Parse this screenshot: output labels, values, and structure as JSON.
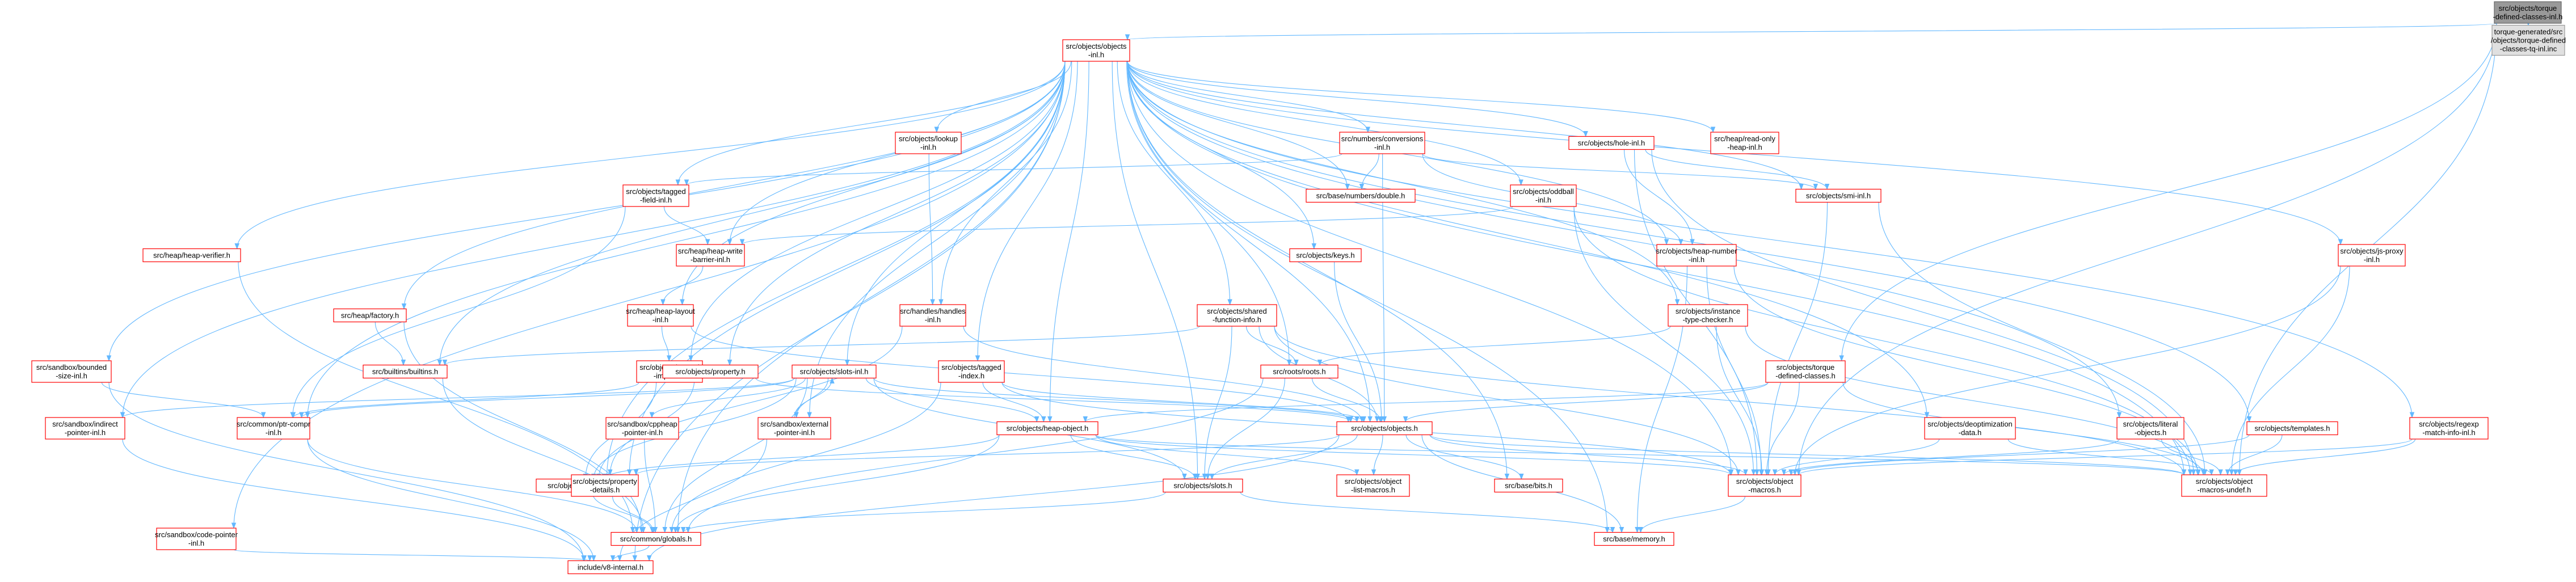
{
  "graph": {
    "nodes": [
      {
        "id": "root",
        "lines": [
          "src/objects/torque",
          "-defined-classes-inl.h"
        ],
        "kind": "root"
      },
      {
        "id": "tdc_gen",
        "lines": [
          "torque-generated/src",
          "/objects/torque-defined",
          "-classes-tq-inl.inc"
        ],
        "kind": "gen"
      },
      {
        "id": "objects_inl",
        "lines": [
          "src/objects/objects",
          "-inl.h"
        ],
        "kind": "include"
      },
      {
        "id": "lookup_inl",
        "lines": [
          "src/objects/lookup",
          "-inl.h"
        ],
        "kind": "include"
      },
      {
        "id": "conversions_inl",
        "lines": [
          "src/numbers/conversions",
          "-inl.h"
        ],
        "kind": "include"
      },
      {
        "id": "hole_inl",
        "lines": [
          "src/objects/hole-inl.h"
        ],
        "kind": "include"
      },
      {
        "id": "readonly_heap_inl",
        "lines": [
          "src/heap/read-only",
          "-heap-inl.h"
        ],
        "kind": "include"
      },
      {
        "id": "tagged_field_inl",
        "lines": [
          "src/objects/tagged",
          "-field-inl.h"
        ],
        "kind": "include"
      },
      {
        "id": "double_h",
        "lines": [
          "src/base/numbers/double.h"
        ],
        "kind": "include"
      },
      {
        "id": "oddball_inl",
        "lines": [
          "src/objects/oddball",
          "-inl.h"
        ],
        "kind": "include"
      },
      {
        "id": "smi_inl",
        "lines": [
          "src/objects/smi-inl.h"
        ],
        "kind": "include"
      },
      {
        "id": "heap_verifier",
        "lines": [
          "src/heap/heap-verifier.h"
        ],
        "kind": "include"
      },
      {
        "id": "write_barrier_inl",
        "lines": [
          "src/heap/heap-write",
          "-barrier-inl.h"
        ],
        "kind": "include"
      },
      {
        "id": "keys_h",
        "lines": [
          "src/objects/keys.h"
        ],
        "kind": "include"
      },
      {
        "id": "heap_number_inl",
        "lines": [
          "src/objects/heap-number",
          "-inl.h"
        ],
        "kind": "include"
      },
      {
        "id": "js_proxy_inl",
        "lines": [
          "src/objects/js-proxy",
          "-inl.h"
        ],
        "kind": "include"
      },
      {
        "id": "factory_h",
        "lines": [
          "src/heap/factory.h"
        ],
        "kind": "include"
      },
      {
        "id": "heap_layout_inl",
        "lines": [
          "src/heap/heap-layout",
          "-inl.h"
        ],
        "kind": "include"
      },
      {
        "id": "handles_inl",
        "lines": [
          "src/handles/handles",
          "-inl.h"
        ],
        "kind": "include"
      },
      {
        "id": "shared_function_info",
        "lines": [
          "src/objects/shared",
          "-function-info.h"
        ],
        "kind": "include"
      },
      {
        "id": "instance_type_checker",
        "lines": [
          "src/objects/instance",
          "-type-checker.h"
        ],
        "kind": "include"
      },
      {
        "id": "bounded_size_inl",
        "lines": [
          "src/sandbox/bounded",
          "-size-inl.h"
        ],
        "kind": "include"
      },
      {
        "id": "builtins_h",
        "lines": [
          "src/builtins/builtins.h"
        ],
        "kind": "include"
      },
      {
        "id": "tagged_impl_inl",
        "lines": [
          "src/objects/tagged",
          "-impl-inl.h"
        ],
        "kind": "include"
      },
      {
        "id": "property_h",
        "lines": [
          "src/objects/property.h"
        ],
        "kind": "include"
      },
      {
        "id": "slots_inl",
        "lines": [
          "src/objects/slots-inl.h"
        ],
        "kind": "include"
      },
      {
        "id": "tagged_index",
        "lines": [
          "src/objects/tagged",
          "-index.h"
        ],
        "kind": "include"
      },
      {
        "id": "roots_h",
        "lines": [
          "src/roots/roots.h"
        ],
        "kind": "include"
      },
      {
        "id": "torque_defined_classes",
        "lines": [
          "src/objects/torque",
          "-defined-classes.h"
        ],
        "kind": "include"
      },
      {
        "id": "ptr_compr_inl",
        "lines": [
          "src/common/ptr-compr",
          "-inl.h"
        ],
        "kind": "include"
      },
      {
        "id": "indirect_pointer_inl",
        "lines": [
          "src/sandbox/indirect",
          "-pointer-inl.h"
        ],
        "kind": "include"
      },
      {
        "id": "cppheap_pointer_inl",
        "lines": [
          "src/sandbox/cppheap",
          "-pointer-inl.h"
        ],
        "kind": "include"
      },
      {
        "id": "external_pointer_inl",
        "lines": [
          "src/sandbox/external",
          "-pointer-inl.h"
        ],
        "kind": "include"
      },
      {
        "id": "heap_object_h",
        "lines": [
          "src/objects/heap-object.h"
        ],
        "kind": "include"
      },
      {
        "id": "objects_h",
        "lines": [
          "src/objects/objects.h"
        ],
        "kind": "include"
      },
      {
        "id": "deoptimization_data",
        "lines": [
          "src/objects/deoptimization",
          "-data.h"
        ],
        "kind": "include"
      },
      {
        "id": "literal_objects",
        "lines": [
          "src/objects/literal",
          "-objects.h"
        ],
        "kind": "include"
      },
      {
        "id": "templates_h",
        "lines": [
          "src/objects/templates.h"
        ],
        "kind": "include"
      },
      {
        "id": "regexp_match_info",
        "lines": [
          "src/objects/regexp",
          "-match-info-inl.h"
        ],
        "kind": "include"
      },
      {
        "id": "casting_h",
        "lines": [
          "src/objects/casting.h"
        ],
        "kind": "include"
      },
      {
        "id": "property_details",
        "lines": [
          "src/objects/property",
          "-details.h"
        ],
        "kind": "include"
      },
      {
        "id": "slots_h",
        "lines": [
          "src/objects/slots.h"
        ],
        "kind": "include"
      },
      {
        "id": "object_list_macros",
        "lines": [
          "src/objects/object",
          "-list-macros.h"
        ],
        "kind": "include"
      },
      {
        "id": "bits_h",
        "lines": [
          "src/base/bits.h"
        ],
        "kind": "include"
      },
      {
        "id": "object_macros",
        "lines": [
          "src/objects/object",
          "-macros.h"
        ],
        "kind": "include"
      },
      {
        "id": "object_macros_undef",
        "lines": [
          "src/objects/object",
          "-macros-undef.h"
        ],
        "kind": "include"
      },
      {
        "id": "code_pointer_inl",
        "lines": [
          "src/sandbox/code-pointer",
          "-inl.h"
        ],
        "kind": "include"
      },
      {
        "id": "globals_h",
        "lines": [
          "src/common/globals.h"
        ],
        "kind": "include"
      },
      {
        "id": "memory_h",
        "lines": [
          "src/base/memory.h"
        ],
        "kind": "include"
      },
      {
        "id": "v8_internal",
        "lines": [
          "include/v8-internal.h"
        ],
        "kind": "include"
      }
    ],
    "edges": [
      [
        "root",
        "tdc_gen"
      ],
      [
        "root",
        "objects_inl"
      ],
      [
        "root",
        "torque_defined_classes"
      ],
      [
        "root",
        "object_macros"
      ],
      [
        "root",
        "object_macros_undef"
      ],
      [
        "objects_inl",
        "lookup_inl"
      ],
      [
        "objects_inl",
        "conversions_inl"
      ],
      [
        "objects_inl",
        "hole_inl"
      ],
      [
        "objects_inl",
        "readonly_heap_inl"
      ],
      [
        "objects_inl",
        "tagged_field_inl"
      ],
      [
        "objects_inl",
        "double_h"
      ],
      [
        "objects_inl",
        "oddball_inl"
      ],
      [
        "objects_inl",
        "smi_inl"
      ],
      [
        "objects_inl",
        "heap_verifier"
      ],
      [
        "objects_inl",
        "write_barrier_inl"
      ],
      [
        "objects_inl",
        "keys_h"
      ],
      [
        "objects_inl",
        "heap_number_inl"
      ],
      [
        "objects_inl",
        "js_proxy_inl"
      ],
      [
        "objects_inl",
        "factory_h"
      ],
      [
        "objects_inl",
        "heap_layout_inl"
      ],
      [
        "objects_inl",
        "handles_inl"
      ],
      [
        "objects_inl",
        "shared_function_info"
      ],
      [
        "objects_inl",
        "instance_type_checker"
      ],
      [
        "objects_inl",
        "bounded_size_inl"
      ],
      [
        "objects_inl",
        "builtins_h"
      ],
      [
        "objects_inl",
        "tagged_impl_inl"
      ],
      [
        "objects_inl",
        "property_h"
      ],
      [
        "objects_inl",
        "slots_inl"
      ],
      [
        "objects_inl",
        "tagged_index"
      ],
      [
        "objects_inl",
        "roots_h"
      ],
      [
        "objects_inl",
        "deoptimization_data"
      ],
      [
        "objects_inl",
        "literal_objects"
      ],
      [
        "objects_inl",
        "templates_h"
      ],
      [
        "objects_inl",
        "regexp_match_info"
      ],
      [
        "objects_inl",
        "casting_h"
      ],
      [
        "objects_inl",
        "heap_object_h"
      ],
      [
        "objects_inl",
        "objects_h"
      ],
      [
        "objects_inl",
        "object_macros"
      ],
      [
        "objects_inl",
        "object_macros_undef"
      ],
      [
        "objects_inl",
        "globals_h"
      ],
      [
        "objects_inl",
        "memory_h"
      ],
      [
        "objects_inl",
        "bits_h"
      ],
      [
        "objects_inl",
        "property_details"
      ],
      [
        "objects_inl",
        "code_pointer_inl"
      ],
      [
        "objects_inl",
        "indirect_pointer_inl"
      ],
      [
        "objects_inl",
        "external_pointer_inl"
      ],
      [
        "objects_inl",
        "ptr_compr_inl"
      ],
      [
        "objects_inl",
        "v8_internal"
      ],
      [
        "objects_inl",
        "slots_h"
      ],
      [
        "lookup_inl",
        "handles_inl"
      ],
      [
        "conversions_inl",
        "double_h"
      ],
      [
        "conversions_inl",
        "tagged_field_inl"
      ],
      [
        "conversions_inl",
        "heap_number_inl"
      ],
      [
        "conversions_inl",
        "smi_inl"
      ],
      [
        "conversions_inl",
        "objects_h"
      ],
      [
        "hole_inl",
        "heap_number_inl"
      ],
      [
        "hole_inl",
        "smi_inl"
      ],
      [
        "hole_inl",
        "object_macros"
      ],
      [
        "hole_inl",
        "object_macros_undef"
      ],
      [
        "tagged_field_inl",
        "write_barrier_inl"
      ],
      [
        "tagged_field_inl",
        "ptr_compr_inl"
      ],
      [
        "oddball_inl",
        "write_barrier_inl"
      ],
      [
        "oddball_inl",
        "object_macros"
      ],
      [
        "oddball_inl",
        "object_macros_undef"
      ],
      [
        "smi_inl",
        "object_macros"
      ],
      [
        "smi_inl",
        "object_macros_undef"
      ],
      [
        "heap_verifier",
        "globals_h"
      ],
      [
        "write_barrier_inl",
        "heap_layout_inl"
      ],
      [
        "keys_h",
        "objects_h"
      ],
      [
        "heap_number_inl",
        "object_macros"
      ],
      [
        "heap_number_inl",
        "object_macros_undef"
      ],
      [
        "heap_number_inl",
        "memory_h"
      ],
      [
        "js_proxy_inl",
        "object_macros"
      ],
      [
        "js_proxy_inl",
        "object_macros_undef"
      ],
      [
        "factory_h",
        "builtins_h"
      ],
      [
        "factory_h",
        "globals_h"
      ],
      [
        "heap_layout_inl",
        "tagged_impl_inl"
      ],
      [
        "heap_layout_inl",
        "objects_h"
      ],
      [
        "handles_inl",
        "objects_h"
      ],
      [
        "handles_inl",
        "casting_h"
      ],
      [
        "shared_function_info",
        "builtins_h"
      ],
      [
        "shared_function_info",
        "roots_h"
      ],
      [
        "shared_function_info",
        "objects_h"
      ],
      [
        "shared_function_info",
        "slots_h"
      ],
      [
        "shared_function_info",
        "object_macros"
      ],
      [
        "shared_function_info",
        "object_macros_undef"
      ],
      [
        "instance_type_checker",
        "roots_h"
      ],
      [
        "instance_type_checker",
        "object_macros"
      ],
      [
        "instance_type_checker",
        "object_macros_undef"
      ],
      [
        "bounded_size_inl",
        "ptr_compr_inl"
      ],
      [
        "bounded_size_inl",
        "v8_internal"
      ],
      [
        "builtins_h",
        "globals_h"
      ],
      [
        "tagged_impl_inl",
        "ptr_compr_inl"
      ],
      [
        "tagged_impl_inl",
        "casting_h"
      ],
      [
        "property_h",
        "property_details"
      ],
      [
        "property_h",
        "objects_h"
      ],
      [
        "slots_inl",
        "ptr_compr_inl"
      ],
      [
        "slots_inl",
        "cppheap_pointer_inl"
      ],
      [
        "slots_inl",
        "external_pointer_inl"
      ],
      [
        "slots_inl",
        "indirect_pointer_inl"
      ],
      [
        "slots_inl",
        "heap_object_h"
      ],
      [
        "slots_inl",
        "slots_h"
      ],
      [
        "slots_inl",
        "globals_h"
      ],
      [
        "slots_inl",
        "casting_h"
      ],
      [
        "slots_inl",
        "objects_h"
      ],
      [
        "tagged_index",
        "heap_object_h"
      ],
      [
        "tagged_index",
        "objects_h"
      ],
      [
        "tagged_index",
        "object_macros"
      ],
      [
        "tagged_index",
        "globals_h"
      ],
      [
        "roots_h",
        "objects_h"
      ],
      [
        "roots_h",
        "slots_h"
      ],
      [
        "roots_h",
        "globals_h"
      ],
      [
        "torque_defined_classes",
        "objects_h"
      ],
      [
        "torque_defined_classes",
        "heap_object_h"
      ],
      [
        "torque_defined_classes",
        "object_macros"
      ],
      [
        "torque_defined_classes",
        "object_macros_undef"
      ],
      [
        "ptr_compr_inl",
        "v8_internal"
      ],
      [
        "ptr_compr_inl",
        "globals_h"
      ],
      [
        "indirect_pointer_inl",
        "v8_internal"
      ],
      [
        "cppheap_pointer_inl",
        "globals_h"
      ],
      [
        "external_pointer_inl",
        "v8_internal"
      ],
      [
        "external_pointer_inl",
        "slots_inl"
      ],
      [
        "heap_object_h",
        "casting_h"
      ],
      [
        "heap_object_h",
        "globals_h"
      ],
      [
        "heap_object_h",
        "slots_h"
      ],
      [
        "heap_object_h",
        "object_list_macros"
      ],
      [
        "heap_object_h",
        "object_macros"
      ],
      [
        "heap_object_h",
        "object_macros_undef"
      ],
      [
        "objects_h",
        "property_details"
      ],
      [
        "objects_h",
        "slots_h"
      ],
      [
        "objects_h",
        "object_list_macros"
      ],
      [
        "objects_h",
        "bits_h"
      ],
      [
        "objects_h",
        "memory_h"
      ],
      [
        "objects_h",
        "object_macros"
      ],
      [
        "objects_h",
        "object_macros_undef"
      ],
      [
        "objects_h",
        "v8_internal"
      ],
      [
        "deoptimization_data",
        "object_macros"
      ],
      [
        "deoptimization_data",
        "object_macros_undef"
      ],
      [
        "literal_objects",
        "object_macros"
      ],
      [
        "literal_objects",
        "object_macros_undef"
      ],
      [
        "templates_h",
        "object_macros"
      ],
      [
        "templates_h",
        "object_macros_undef"
      ],
      [
        "regexp_match_info",
        "object_macros"
      ],
      [
        "regexp_match_info",
        "object_macros_undef"
      ],
      [
        "property_details",
        "globals_h"
      ],
      [
        "slots_h",
        "globals_h"
      ],
      [
        "slots_h",
        "memory_h"
      ],
      [
        "object_macros",
        "memory_h"
      ],
      [
        "code_pointer_inl",
        "v8_internal"
      ],
      [
        "globals_h",
        "v8_internal"
      ],
      [
        "casting_h",
        "globals_h"
      ]
    ]
  }
}
